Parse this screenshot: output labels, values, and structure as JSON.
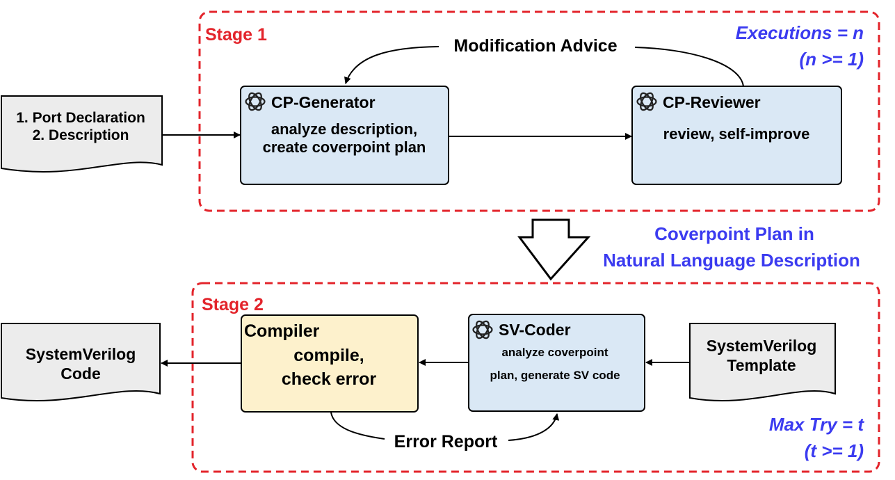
{
  "stage1": {
    "label": "Stage 1",
    "executions_line1": "Executions =  n",
    "executions_line2": "(n >= 1)",
    "loop_label": "Modification Advice"
  },
  "stage2": {
    "label": "Stage 2",
    "max_try_line1": "Max Try = t",
    "max_try_line2": "(t >= 1)",
    "loop_label": "Error Report"
  },
  "input_doc": {
    "line1": "1. Port Declaration",
    "line2": "2.  Description"
  },
  "cp_generator": {
    "title": "CP-Generator",
    "line1": "analyze description,",
    "line2": "create coverpoint plan"
  },
  "cp_reviewer": {
    "title": "CP-Reviewer",
    "line1": "review, self-improve"
  },
  "transfer": {
    "line1": "Coverpoint Plan in",
    "line2": "Natural Language Description"
  },
  "compiler": {
    "title": "Compiler",
    "line1": "compile,",
    "line2": "check error"
  },
  "sv_coder": {
    "title": "SV-Coder",
    "line1": "analyze coverpoint",
    "line2": "plan, generate SV code"
  },
  "sv_template": {
    "line1": "SystemVerilog",
    "line2": "Template"
  },
  "sv_code": {
    "line1": "SystemVerilog",
    "line2": "Code"
  },
  "colors": {
    "stage_border": "#e3242b",
    "stage_label": "#e3242b",
    "note_text": "#3b3bf0",
    "agent_fill": "#dae8f5",
    "compiler_fill": "#fdf1cc",
    "doc_fill": "#ececec",
    "stroke": "#000000"
  },
  "icons": {
    "agent": "openai-logo-icon"
  }
}
